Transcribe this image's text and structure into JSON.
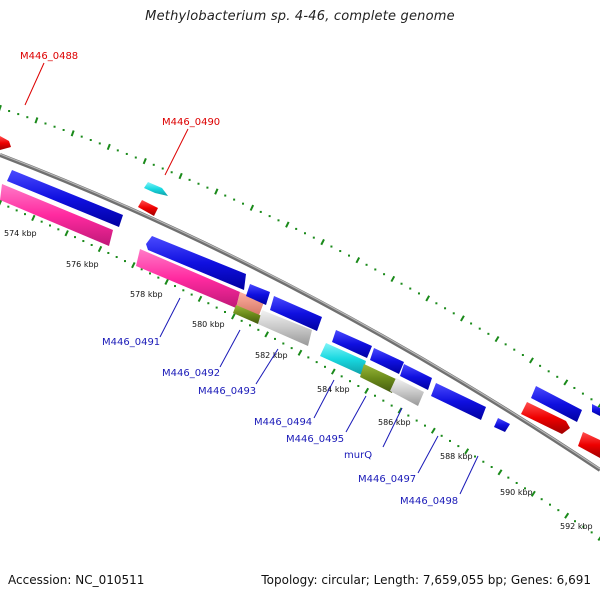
{
  "title": "Methylobacterium sp. 4-46, complete genome",
  "footer": {
    "accession": "Accession: NC_010511",
    "summary": "Topology: circular; Length: 7,659,055 bp; Genes: 6,691"
  },
  "axis": {
    "ticks": [
      {
        "label": "574 kbp"
      },
      {
        "label": "576 kbp"
      },
      {
        "label": "578 kbp"
      },
      {
        "label": "580 kbp"
      },
      {
        "label": "582 kbp"
      },
      {
        "label": "584 kbp"
      },
      {
        "label": "586 kbp"
      },
      {
        "label": "588 kbp"
      },
      {
        "label": "590 kbp"
      },
      {
        "label": "592 kbp"
      }
    ]
  },
  "gene_labels": {
    "M446_0488": "M446_0488",
    "M446_0490": "M446_0490",
    "M446_0491": "M446_0491",
    "M446_0492": "M446_0492",
    "M446_0493": "M446_0493",
    "M446_0494": "M446_0494",
    "M446_0495": "M446_0495",
    "murQ": "murQ",
    "M446_0497": "M446_0497",
    "M446_0498": "M446_0498"
  },
  "colors": {
    "forward_cds": "#1010e0",
    "reverse_cds": "#ee0000",
    "backbone": "#808080",
    "tick_marks": "#1a8a1a",
    "pink_feature": "#ff2aa0",
    "cyan_feature": "#18d8e0",
    "olive_feature": "#6a8a1a",
    "grey_feature": "#c8c8c8",
    "label_red": "#dd0000",
    "label_blue": "#1a1ab8"
  }
}
